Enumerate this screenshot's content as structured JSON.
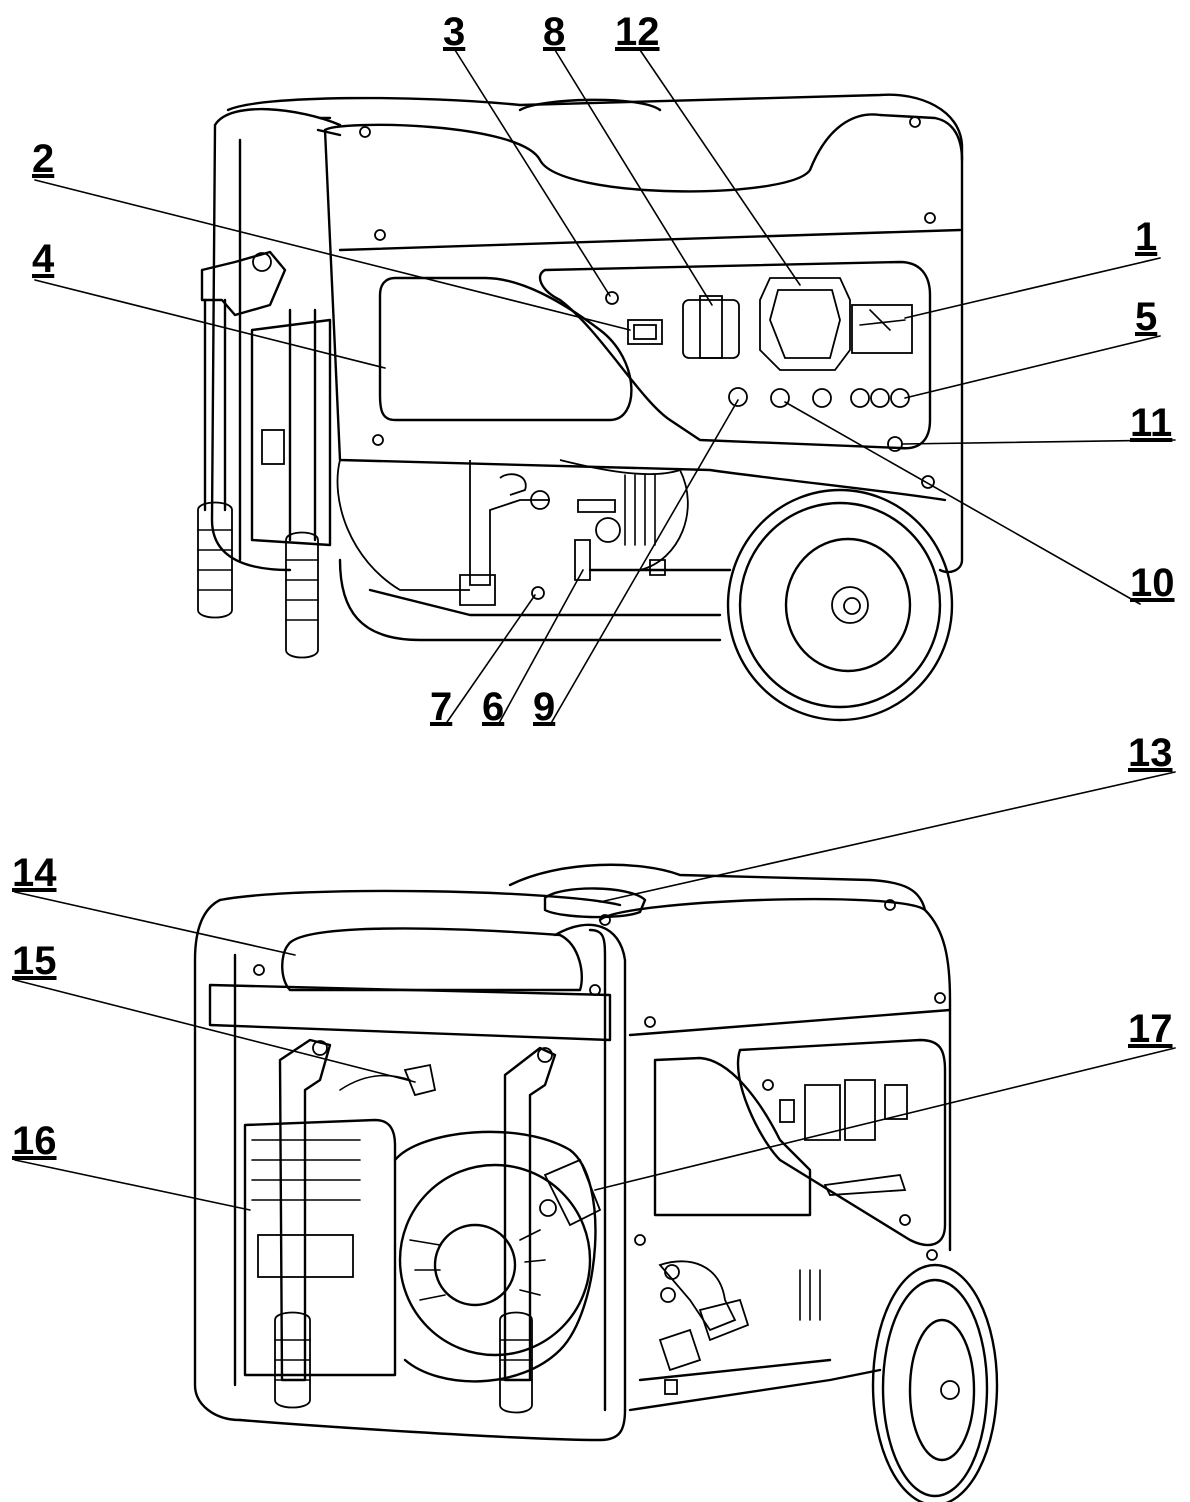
{
  "callouts": [
    {
      "id": "c3",
      "text": "3"
    },
    {
      "id": "c8",
      "text": "8"
    },
    {
      "id": "c12",
      "text": "12"
    },
    {
      "id": "c2",
      "text": "2"
    },
    {
      "id": "c4",
      "text": "4"
    },
    {
      "id": "c1",
      "text": "1"
    },
    {
      "id": "c5",
      "text": "5"
    },
    {
      "id": "c11",
      "text": "11"
    },
    {
      "id": "c10",
      "text": "10"
    },
    {
      "id": "c7",
      "text": "7"
    },
    {
      "id": "c6",
      "text": "6"
    },
    {
      "id": "c9",
      "text": "9"
    },
    {
      "id": "c13",
      "text": "13"
    },
    {
      "id": "c14",
      "text": "14"
    },
    {
      "id": "c15",
      "text": "15"
    },
    {
      "id": "c16",
      "text": "16"
    },
    {
      "id": "c17",
      "text": "17"
    }
  ]
}
